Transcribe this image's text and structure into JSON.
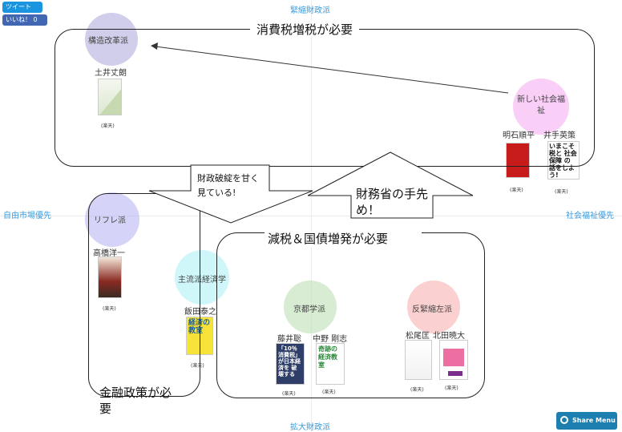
{
  "social": {
    "tweet": "ツイート",
    "like": "いいね！ 0"
  },
  "axes": {
    "top": "緊縮財政派",
    "bottom": "拡大財政派",
    "left": "自由市場優先",
    "right": "社会福祉優先"
  },
  "schools": [
    {
      "label": "構造改革派",
      "color": "#a9a6d8"
    },
    {
      "label": "新しい社会福祉",
      "color": "#f4a6f0"
    },
    {
      "label": "リフレ派",
      "color": "#a9a6ee"
    },
    {
      "label": "主流派経済学",
      "color": "#9eeff4"
    },
    {
      "label": "京都学派",
      "color": "#a8d8a0"
    },
    {
      "label": "反緊縮左派",
      "color": "#f7a0a0"
    }
  ],
  "people": {
    "tsuchii": "土井丈朗",
    "akashi": "明石順平",
    "ide": "井手英策",
    "takahashi": "高橋洋一",
    "iida": "飯田泰之",
    "fujii": "藤井聡",
    "nakano": "中野 剛志",
    "matsuo": "松尾匡",
    "kitada": "北田暁大"
  },
  "rakuten": "(楽天)",
  "books": {
    "ide_cover": "いまこそ 税と 社会保障 の 話をしよう!",
    "fujii_cover": "「10％消費税」 が日本経済を 破壊する",
    "nakano_cover": "奇跡の 経済教室",
    "iida_cover": "経済の 教室"
  },
  "callouts": {
    "tax_hike": "消費税増税が必要",
    "tax_cut": "減税＆国債増発が必要",
    "monetary": "金融政策が必要"
  },
  "arrows": {
    "optimistic": "財政破綻を甘く見ている!",
    "mof": "財務省の手先め！"
  },
  "share_menu": "Share Menu"
}
